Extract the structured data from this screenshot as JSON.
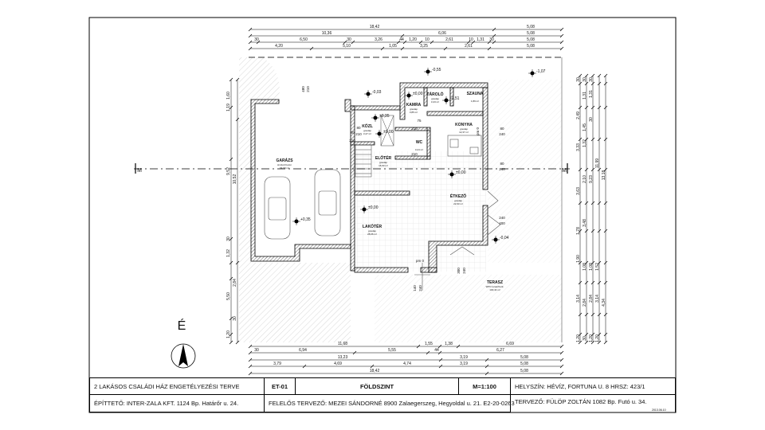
{
  "title_block": {
    "project": "2 LAKÁSOS CSALÁDI HÁZ ENGETÉLYEZÉSI TERVE",
    "code": "ET-01",
    "sheet": "FÖLDSZINT",
    "scale": "M=1:100",
    "location": "HELYSZÍN: HÉVÍZ, FORTUNA U. 8 HRSZ: 423/1",
    "client": "ÉPÍTTETŐ: INTER-ZALA KFT. 1124 Bp. Határőr u. 24.",
    "responsible": "FELELŐS TERVEZŐ: MEZEI SÁNDORNÉ 8900 Zalaegerszeg, Hegyoldal u. 21. E2-20-0263",
    "designer": "TERVEZŐ: FÜLÖP ZOLTÁN 1082 Bp. Futó u. 34.",
    "date": "2013.06.10"
  },
  "north_label": "É",
  "section_mark": "M",
  "rooms": [
    {
      "name": "GARÁZS",
      "floor": "simított beton",
      "area": "64,99 m²"
    },
    {
      "name": "ELŐTÉR",
      "floor": "greslap",
      "area": "16,93 m²"
    },
    {
      "name": "KONYHA",
      "floor": "greslap",
      "area": "12,37 m²"
    },
    {
      "name": "KAMRA",
      "floor": "greslap",
      "area": "3,85 m²"
    },
    {
      "name": "TÁROLÓ",
      "floor": "greslap",
      "area": "3,43 m²"
    },
    {
      "name": "SZAUNA",
      "floor": "",
      "area": "1,89 m²"
    },
    {
      "name": "KÖZL",
      "floor": "greslap",
      "area": "3,47 m²"
    },
    {
      "name": "WC",
      "floor": "",
      "area": "3,24 m²"
    },
    {
      "name": "ÉTKEZŐ",
      "floor": "greslap",
      "area": "22,63 m²"
    },
    {
      "name": "LAKÓTÉR",
      "floor": "greslap",
      "area": "28,06 m²"
    },
    {
      "name": "TERASZ",
      "floor": "WPC teraszburk.",
      "area": "130,44 m²"
    }
  ],
  "levels": [
    "-0,03",
    "-0,55",
    "-1,07",
    "±0,00",
    "±0,35",
    "±0,00",
    "±0,00",
    "±0,00",
    "+0,35",
    "-0,04",
    "-0,51"
  ],
  "dims_top": [
    "18,42",
    "5,08",
    "10,36",
    "6,06",
    "5,08",
    "30",
    "6,50",
    "30",
    "3,26",
    "44",
    "1,20",
    "10",
    "2,61",
    "10",
    "1,31",
    "30",
    "5,08",
    "4,20",
    "5,10",
    "1,05",
    "3,25",
    "2,61",
    "5,08"
  ],
  "dims_bottom": [
    "11,68",
    "1,55",
    "1,38",
    "6,69",
    "30",
    "6,94",
    "5,55",
    "44",
    "6,27",
    "13,23",
    "3,19",
    "5,08",
    "3,79",
    "4,69",
    "4,74",
    "3,19",
    "5,08",
    "18,42",
    "5,08"
  ],
  "dims_right": [
    "30",
    "2,49",
    "3,33",
    "3,63",
    "1,78",
    "1,90",
    "3,14",
    "1,20",
    "30",
    "1,31",
    "1,45",
    "1,32",
    "2,10",
    "3,48",
    "1,08",
    "2,84",
    "30",
    "30",
    "1,31",
    "30",
    "9,23",
    "1,08",
    "2,84",
    "1,20",
    "11,99",
    "1,52",
    "3,14",
    "1,20",
    "13,18",
    "4,34"
  ],
  "dims_left": [
    "1,60",
    "1,19",
    "10,52",
    "9,52",
    "30",
    "1,32",
    "5,50",
    "2,84",
    "1,20",
    "30"
  ],
  "dims_inner": [
    "480",
    "210",
    "80",
    "210",
    "80",
    "210",
    "75",
    "210",
    "210",
    "80",
    "240",
    "80",
    "240",
    "240",
    "400",
    "300",
    "240",
    "140",
    "240",
    "pm 0",
    "pm 0"
  ]
}
